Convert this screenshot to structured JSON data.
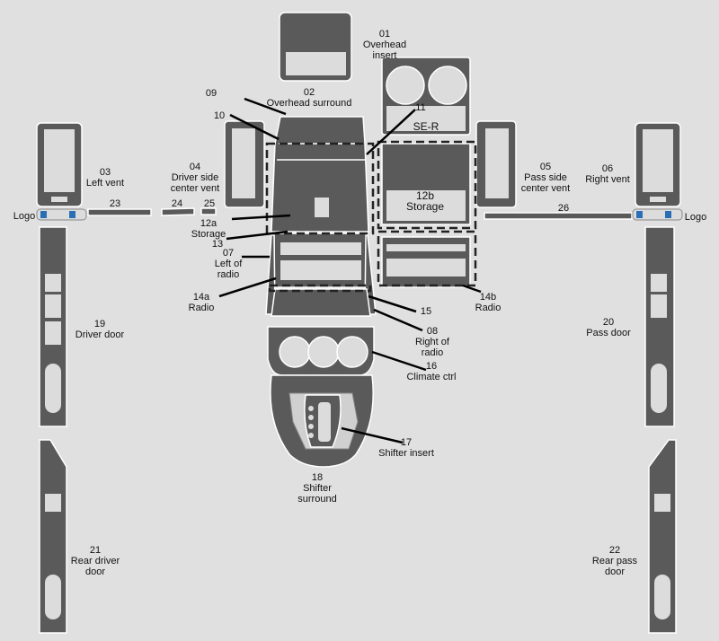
{
  "colors": {
    "background": "#e0e0e0",
    "part_fill": "#5a5a5a",
    "part_outline": "#ffffff",
    "cutout": "#dcdcdc",
    "leader_line": "#000000",
    "logo_badge": "#2a6fb5"
  },
  "parts": {
    "p01": {
      "num": "01",
      "name": "Overhead",
      "name2": "insert"
    },
    "p02": {
      "num": "02",
      "name": "Overhead surround"
    },
    "p03": {
      "num": "03",
      "name": "Left vent"
    },
    "p04": {
      "num": "04",
      "name": "Driver side",
      "name2": "center vent"
    },
    "p05": {
      "num": "05",
      "name": "Pass side",
      "name2": "center vent"
    },
    "p06": {
      "num": "06",
      "name": "Right vent"
    },
    "p07": {
      "num": "07",
      "name": "Left of",
      "name2": "radio"
    },
    "p08": {
      "num": "08",
      "name": "Right of",
      "name2": "radio"
    },
    "p09": {
      "num": "09"
    },
    "p10": {
      "num": "10"
    },
    "p11": {
      "num": "11",
      "name": "SE-R"
    },
    "p12a": {
      "num": "12a",
      "name": "Storage"
    },
    "p12b": {
      "num": "12b",
      "name": "Storage"
    },
    "p13": {
      "num": "13"
    },
    "p14a": {
      "num": "14a",
      "name": "Radio"
    },
    "p14b": {
      "num": "14b",
      "name": "Radio"
    },
    "p15": {
      "num": "15"
    },
    "p16": {
      "num": "16",
      "name": "Climate ctrl"
    },
    "p17": {
      "num": "17",
      "name": "Shifter insert"
    },
    "p18": {
      "num": "18",
      "name": "Shifter",
      "name2": "surround"
    },
    "p19": {
      "num": "19",
      "name": "Driver door"
    },
    "p20": {
      "num": "20",
      "name": "Pass door"
    },
    "p21": {
      "num": "21",
      "name": "Rear driver",
      "name2": "door"
    },
    "p22": {
      "num": "22",
      "name": "Rear pass",
      "name2": "door"
    },
    "p23": {
      "num": "23"
    },
    "p24": {
      "num": "24"
    },
    "p25": {
      "num": "25"
    },
    "p26": {
      "num": "26"
    }
  },
  "logo_left": "Logo",
  "logo_right": "Logo"
}
